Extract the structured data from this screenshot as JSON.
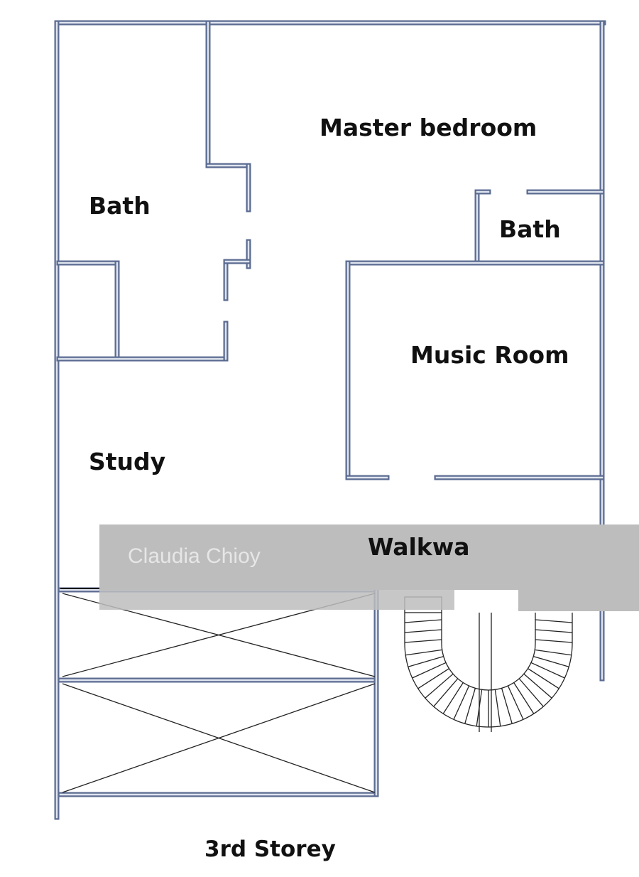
{
  "title": "3rd Storey",
  "rooms": {
    "master_bedroom": "Master bedroom",
    "bath_left": "Bath",
    "bath_right": "Bath",
    "music_room": "Music Room",
    "study": "Study",
    "walkway": "Walkwa"
  },
  "watermark": "Claudia Chioy",
  "colors": {
    "wall": "#5b6b91",
    "wall_fill": "#dfe4ee",
    "watermark": "#bdbdbd"
  }
}
